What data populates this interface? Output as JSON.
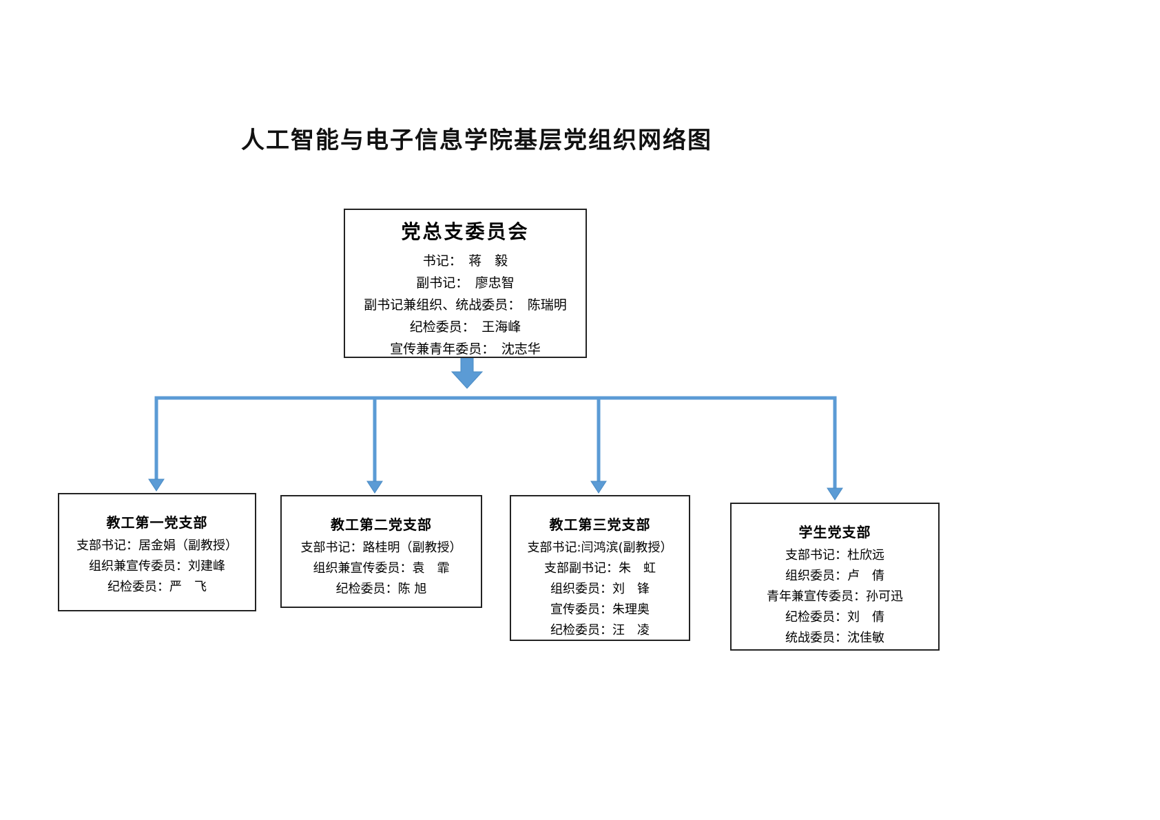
{
  "page": {
    "title": "人工智能与电子信息学院基层党组织网络图",
    "background": "#ffffff"
  },
  "colors": {
    "connector_blue": "#5b9bd5",
    "box_border": "#222222",
    "text": "#000000"
  },
  "org_chart": {
    "root": {
      "title": "党总支委员会",
      "members": [
        "书记：　蒋　毅",
        "副书记：　廖忠智",
        "副书记兼组织、统战委员：　陈瑞明",
        "纪检委员：　王海峰",
        "宣传兼青年委员：　沈志华"
      ]
    },
    "branches": [
      {
        "title": "教工第一党支部",
        "members": [
          "支部书记：居金娟（副教授）",
          "组织兼宣传委员：刘建峰",
          "纪检委员：严　飞"
        ]
      },
      {
        "title": "教工第二党支部",
        "members": [
          "支部书记：路桂明（副教授）",
          "组织兼宣传委员：袁　霏",
          "纪检委员：陈 旭"
        ]
      },
      {
        "title": "教工第三党支部",
        "members": [
          "支部书记:闫鸿滨(副教授）",
          "支部副书记：朱　虹",
          "组织委员：刘　锋",
          "宣传委员：朱理奥",
          "纪检委员：汪　凌"
        ]
      },
      {
        "title": "学生党支部",
        "members": [
          "支部书记：杜欣远",
          "组织委员：卢　倩",
          "青年兼宣传委员：孙可迅",
          "纪检委员：刘　倩",
          "统战委员：沈佳敏"
        ]
      }
    ]
  }
}
